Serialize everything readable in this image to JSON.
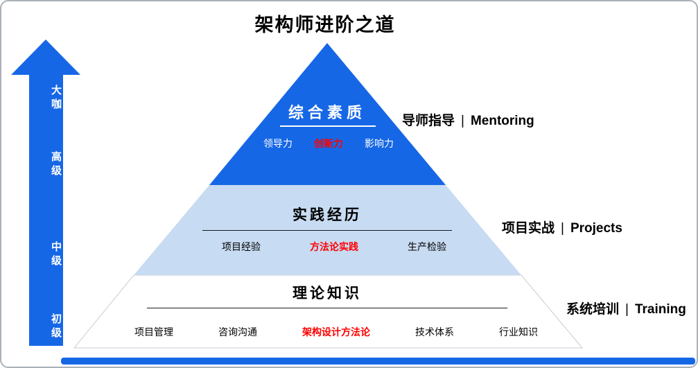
{
  "title": "架构师进阶之道",
  "colors": {
    "blue": "#1667E6",
    "light_blue": "#C7DBF2",
    "red": "#FF0000"
  },
  "arrow_levels": [
    "大咖",
    "高级",
    "中级",
    "初级"
  ],
  "tiers": [
    {
      "heading": "综合素质",
      "items": [
        "领导力",
        "创新力",
        "影响力"
      ],
      "side_cn": "导师指导",
      "side_sep": "|",
      "side_en": "Mentoring"
    },
    {
      "heading": "实践经历",
      "items": [
        "项目经验",
        "方法论实践",
        "生产检验"
      ],
      "side_cn": "项目实战",
      "side_sep": "|",
      "side_en": "Projects"
    },
    {
      "heading": "理论知识",
      "items": [
        "项目管理",
        "咨询沟通",
        "架构设计方法论",
        "技术体系",
        "行业知识"
      ],
      "side_cn": "系统培训",
      "side_sep": "|",
      "side_en": "Training"
    }
  ]
}
